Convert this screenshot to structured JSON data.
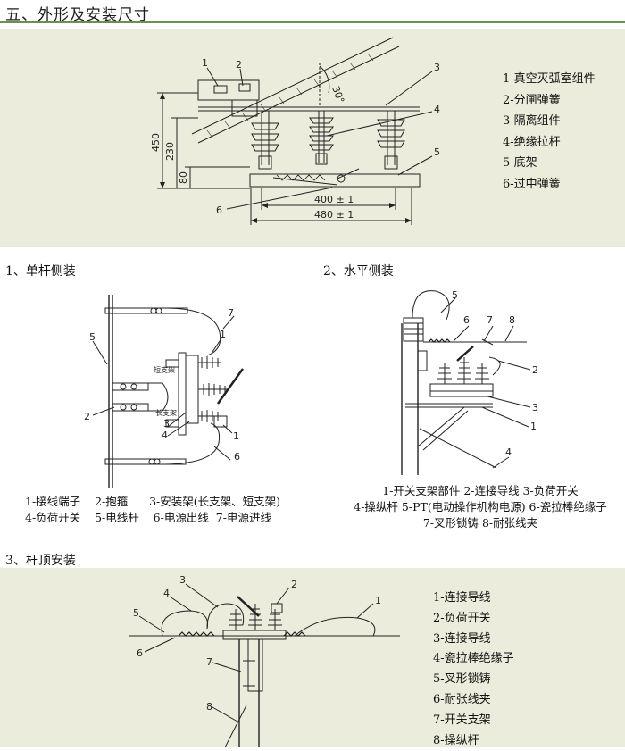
{
  "header": {
    "title": "五、外形及安装尺寸",
    "rule_color": "#6e8f4d",
    "panel_color": "#ececdc"
  },
  "fig1": {
    "callouts": [
      "1",
      "2",
      "3",
      "4",
      "5",
      "6"
    ],
    "angle": "30°",
    "dims": {
      "h450": "450",
      "h230": "230",
      "h80": "80",
      "w400": "400 ± 1",
      "w480": "480 ± 1"
    },
    "legend": [
      "1-真空灭弧室组件",
      "2-分闸弹簧",
      "3-隔离组件",
      "4-绝缘拉杆",
      "5-底架",
      "6-过中弹簧"
    ]
  },
  "fig2": {
    "title": "1、单杆侧装",
    "callouts": [
      "1",
      "2",
      "3",
      "4",
      "5",
      "6",
      "7"
    ],
    "bracket_short": "短支架",
    "bracket_long": "长支架",
    "caption": [
      "1-接线端子    2-抱箍      3-安装架(长支架、短支架)",
      "4-负荷开关    5-电线杆    6-电源出线  7-电源进线"
    ]
  },
  "fig3": {
    "title": "2、水平侧装",
    "callouts": [
      "1",
      "2",
      "3",
      "4",
      "5",
      "6",
      "7",
      "8"
    ],
    "caption": [
      "1-开关支架部件  2-连接导线  3-负荷开关",
      "4-操纵杆  5-PT(电动操作机构电源)  6-瓷拉棒绝缘子",
      "7-叉形锁铸  8-耐张线夹"
    ]
  },
  "fig4": {
    "title": "3、杆顶安装",
    "callouts": [
      "1",
      "2",
      "3",
      "4",
      "5",
      "6",
      "7",
      "8"
    ],
    "legend": [
      "1-连接导线",
      "2-负荷开关",
      "3-连接导线",
      "4-瓷拉棒绝缘子",
      "5-叉形锁铸",
      "6-耐张线夹",
      "7-开关支架",
      "8-操纵杆"
    ]
  }
}
